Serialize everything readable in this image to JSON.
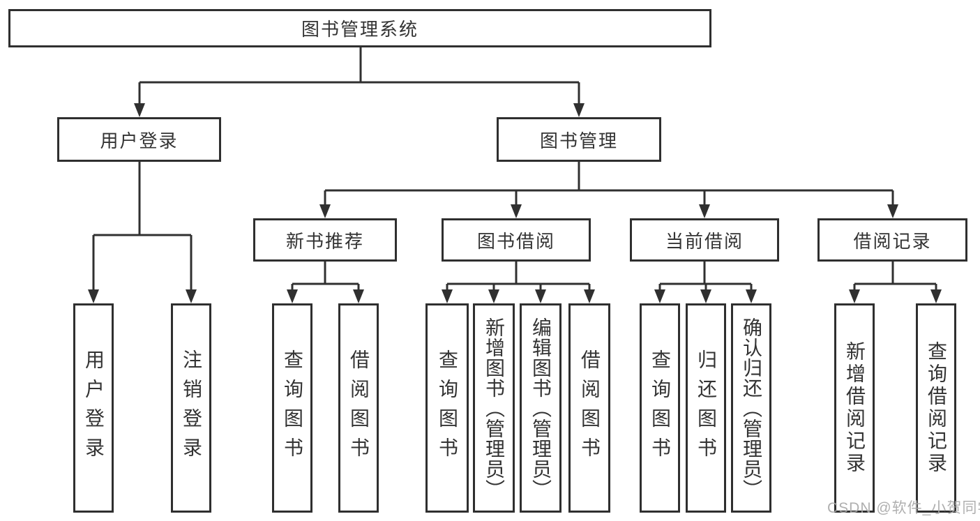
{
  "colors": {
    "line": "#303030",
    "border": "#2f2f2f",
    "text": "#333333",
    "watermark": "#a9a9a9",
    "background": "#ffffff"
  },
  "diagram": {
    "root": {
      "label": "图书管理系统"
    },
    "branches": [
      {
        "label": "用户登录",
        "children": [
          {
            "label": "用户登录"
          },
          {
            "label": "注销登录"
          }
        ]
      },
      {
        "label": "图书管理",
        "children": [
          {
            "label": "新书推荐",
            "children": [
              {
                "label": "查询图书"
              },
              {
                "label": "借阅图书"
              }
            ]
          },
          {
            "label": "图书借阅",
            "children": [
              {
                "label": "查询图书"
              },
              {
                "label": "新增图书（管理员）"
              },
              {
                "label": "编辑图书（管理员）"
              },
              {
                "label": "借阅图书"
              }
            ]
          },
          {
            "label": "当前借阅",
            "children": [
              {
                "label": "查询图书"
              },
              {
                "label": "归还图书"
              },
              {
                "label": "确认归还（管理员）"
              }
            ]
          },
          {
            "label": "借阅记录",
            "children": [
              {
                "label": "新增借阅记录"
              },
              {
                "label": "查询借阅记录"
              }
            ]
          }
        ]
      }
    ]
  },
  "watermark": {
    "text": "CSDN @软件_小贺同学"
  }
}
